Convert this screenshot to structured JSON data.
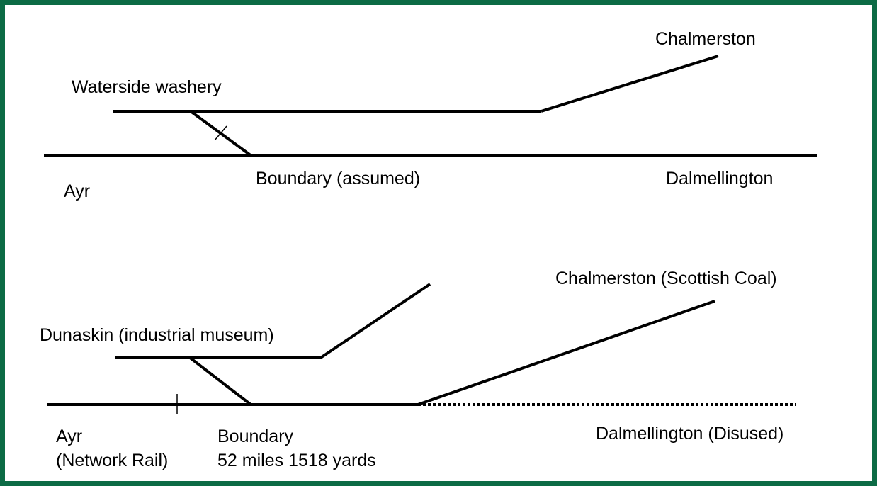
{
  "colors": {
    "border": "#0c6b45",
    "track": "#000000",
    "background": "#ffffff"
  },
  "top_diagram": {
    "labels": {
      "chalmerston": "Chalmerston",
      "waterside": "Waterside washery",
      "ayr": "Ayr",
      "boundary": "Boundary (assumed)",
      "dalmellington": "Dalmellington"
    }
  },
  "bottom_diagram": {
    "labels": {
      "chalmerston": "Chalmerston (Scottish Coal)",
      "dunaskin": "Dunaskin (industrial museum)",
      "ayr_line1": "Ayr",
      "ayr_line2": "(Network Rail)",
      "boundary_line1": "Boundary",
      "boundary_line2": "52 miles 1518 yards",
      "dalmellington": "Dalmellington (Disused)"
    }
  }
}
